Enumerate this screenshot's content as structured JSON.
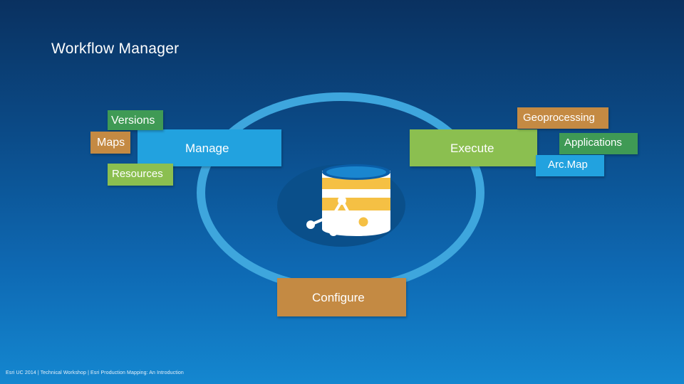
{
  "slide": {
    "title": "Workflow Manager",
    "footer": "Esri UC 2014 | Technical Workshop | Esri Production Mapping: An Introduction"
  },
  "cycle": {
    "manage": "Manage",
    "execute": "Execute",
    "configure": "Configure"
  },
  "manage_items": {
    "versions": "Versions",
    "maps": "Maps",
    "resources": "Resources"
  },
  "execute_items": {
    "geoprocessing": "Geoprocessing",
    "applications": "Applications",
    "arcmap": "Arc.Map"
  },
  "colors": {
    "background_top": "#0a3160",
    "background_bottom": "#1487d0",
    "ring": "#3ea6dd",
    "blue": "#22a2df",
    "light_green": "#8bbf50",
    "dark_green": "#3f9a55",
    "orange": "#c48a43",
    "database_yellow": "#f5c044"
  },
  "icons": {
    "hub": "database-workflow-icon"
  }
}
